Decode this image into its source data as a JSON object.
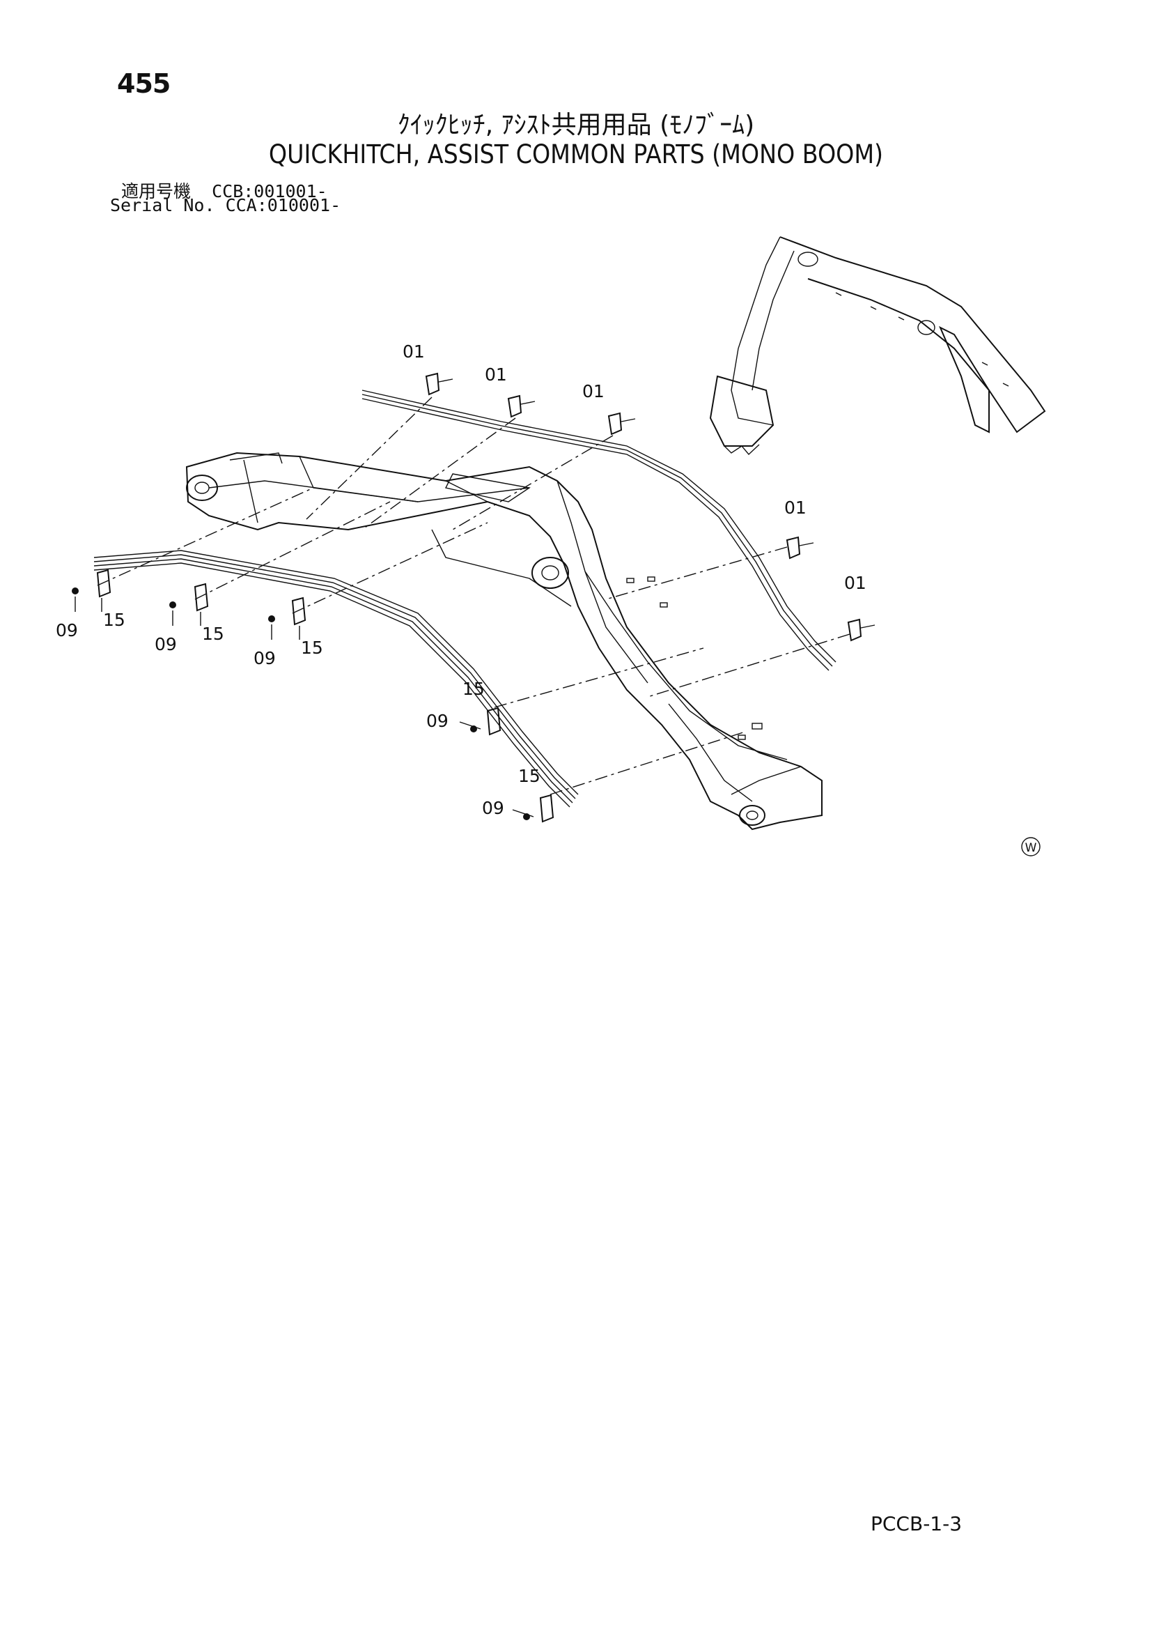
{
  "page": {
    "number": "455",
    "title_jp": "ｸｲｯｸﾋｯﾁ, ｱｼｽﾄ共用用品 (ﾓﾉﾌﾞｰﾑ)",
    "title_en": "QUICKHITCH, ASSIST COMMON PARTS (MONO BOOM)",
    "serial_jp": "適用号機  CCB:001001-",
    "serial_en": "Serial No. CCA:010001-",
    "footer_code": "PCCB-1-3",
    "mark": "W"
  },
  "callouts": {
    "c01a": "01",
    "c01b": "01",
    "c01c": "01",
    "c01d": "01",
    "c01e": "01",
    "c09a": "09",
    "c15a": "15",
    "c09b": "09",
    "c15b": "15",
    "c09c": "09",
    "c15c": "15",
    "c15d": "15",
    "c09d": "09",
    "c15e": "15",
    "c09e": "09"
  }
}
